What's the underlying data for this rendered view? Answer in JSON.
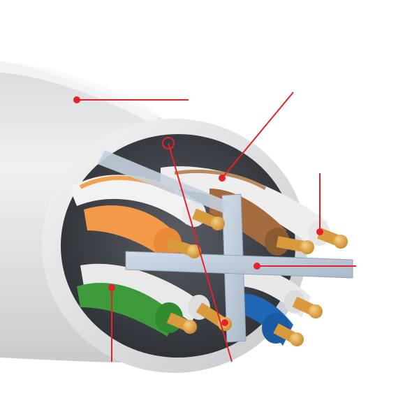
{
  "diagram": {
    "colors": {
      "background": "#ffffff",
      "jacket_light": "#eeeeef",
      "jacket_mid": "#d6d7d9",
      "jacket_shadow": "#b7b9bc",
      "cavity_dark": "#3a3d42",
      "separator": "#b8c6d6",
      "separator_edge": "#93a3b6",
      "orange": "#f29a4a",
      "orange_dark": "#d97e2f",
      "orange_stripe": "#f3e8dc",
      "brown": "#a46b3e",
      "brown_dark": "#7f4f2a",
      "brown_stripe": "#e9dfd6",
      "green": "#3e9b3c",
      "green_dark": "#2a7a2b",
      "blue": "#1f66b5",
      "blue_dark": "#15498a",
      "white_insulation": "#f2f2f2",
      "copper": "#d89a3c",
      "copper_highlight": "#f2c77a",
      "callout": "#e32229"
    },
    "parts": [
      {
        "name": "outer-jacket",
        "label": ""
      },
      {
        "name": "rip-cord",
        "label": ""
      },
      {
        "name": "brown-pair",
        "label": ""
      },
      {
        "name": "brown-white-conductor",
        "label": ""
      },
      {
        "name": "cross-separator",
        "label": ""
      },
      {
        "name": "green-pair",
        "label": ""
      },
      {
        "name": "copper-conductor",
        "label": ""
      }
    ],
    "callout_count": 7
  }
}
